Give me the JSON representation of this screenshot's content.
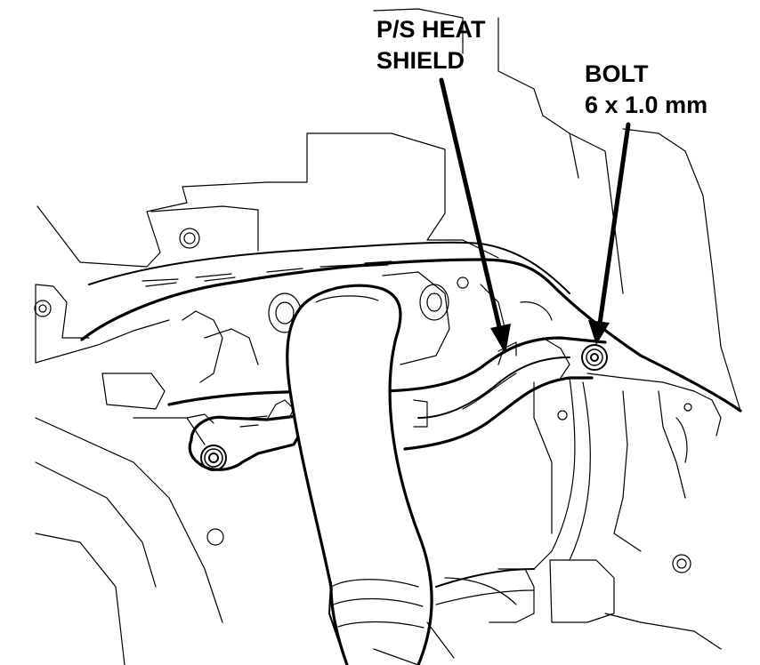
{
  "labels": {
    "heat_shield_line1": "P/S HEAT",
    "heat_shield_line2": "SHIELD",
    "bolt_line1": "BOLT",
    "bolt_line2": "6 x 1.0 mm"
  },
  "colors": {
    "ink": "#000000",
    "paper": "#ffffff"
  }
}
